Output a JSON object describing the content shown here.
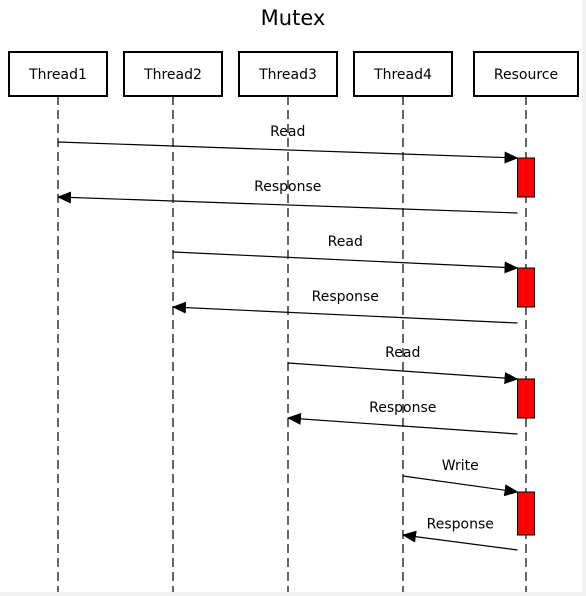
{
  "diagram": {
    "title": "Mutex",
    "participants": [
      {
        "id": "thread1",
        "label": "Thread1"
      },
      {
        "id": "thread2",
        "label": "Thread2"
      },
      {
        "id": "thread3",
        "label": "Thread3"
      },
      {
        "id": "thread4",
        "label": "Thread4"
      },
      {
        "id": "resource",
        "label": "Resource"
      }
    ],
    "messages": [
      {
        "from": "thread1",
        "to": "resource",
        "label": "Read"
      },
      {
        "from": "resource",
        "to": "thread1",
        "label": "Response"
      },
      {
        "from": "thread2",
        "to": "resource",
        "label": "Read"
      },
      {
        "from": "resource",
        "to": "thread2",
        "label": "Response"
      },
      {
        "from": "thread3",
        "to": "resource",
        "label": "Read"
      },
      {
        "from": "resource",
        "to": "thread3",
        "label": "Response"
      },
      {
        "from": "thread4",
        "to": "resource",
        "label": "Write"
      },
      {
        "from": "resource",
        "to": "thread4",
        "label": "Response"
      }
    ],
    "activation_color": "#ff0000",
    "background_color": "#ffffff"
  }
}
